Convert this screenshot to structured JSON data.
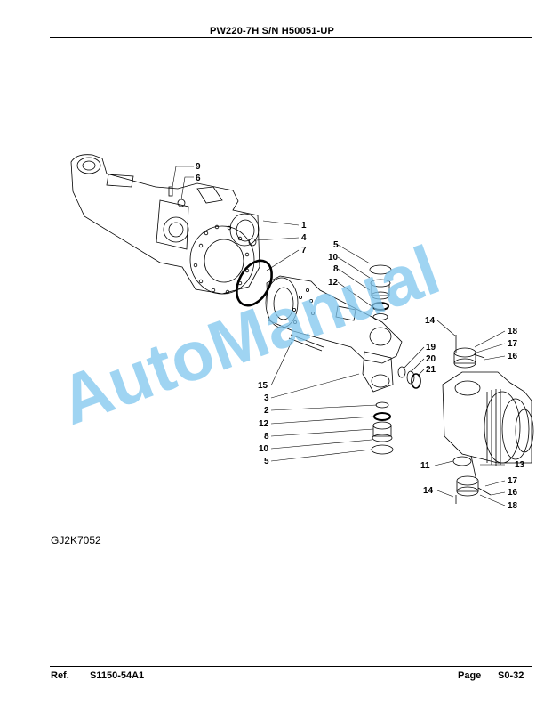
{
  "header": {
    "title": "PW220-7H S/N H50051-UP"
  },
  "figure_code": "GJ2K7052",
  "watermark": "AutoManual",
  "callouts": [
    "9",
    "6",
    "1",
    "4",
    "7",
    "5",
    "10",
    "8",
    "12",
    "15",
    "3",
    "2",
    "12",
    "8",
    "10",
    "5",
    "14",
    "18",
    "17",
    "16",
    "19",
    "20",
    "21",
    "11",
    "13",
    "17",
    "16",
    "14",
    "18"
  ],
  "footer": {
    "ref_label": "Ref.",
    "ref_value": "S1150-54A1",
    "page_label": "Page",
    "page_value": "S0-32"
  }
}
